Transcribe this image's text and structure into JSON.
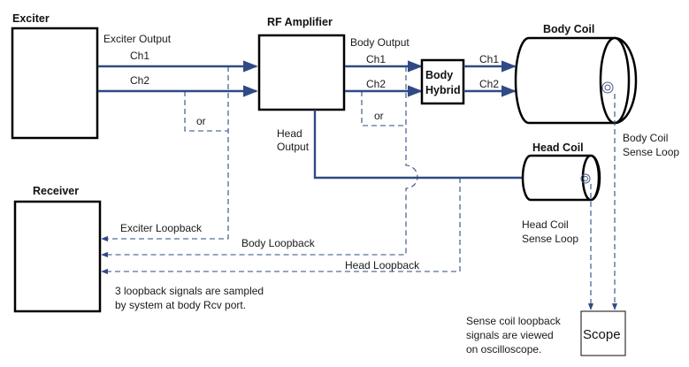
{
  "blocks": {
    "exciter": {
      "title": "Exciter",
      "output_label": "Exciter Output",
      "ch1": "Ch1",
      "ch2": "Ch2",
      "or": "or"
    },
    "rf_amplifier": {
      "title": "RF Amplifier",
      "body_output_label": "Body Output",
      "ch1": "Ch1",
      "ch2": "Ch2",
      "or": "or",
      "head_output_line1": "Head",
      "head_output_line2": "Output"
    },
    "body_hybrid": {
      "title_line1": "Body",
      "title_line2": "Hybrid",
      "ch1": "Ch1",
      "ch2": "Ch2"
    },
    "body_coil": {
      "title": "Body Coil",
      "sense_line1": "Body Coil",
      "sense_line2": "Sense Loop"
    },
    "head_coil": {
      "title": "Head Coil",
      "sense_line1": "Head Coil",
      "sense_line2": "Sense Loop"
    },
    "receiver": {
      "title": "Receiver"
    },
    "scope": {
      "title": "Scope"
    }
  },
  "loopbacks": {
    "exciter": "Exciter Loopback",
    "body": "Body Loopback",
    "head": "Head Loopback"
  },
  "notes": {
    "loopback_line1": "3 loopback signals are sampled",
    "loopback_line2": "by system at body Rcv port.",
    "sense_line1": "Sense coil loopback",
    "sense_line2": "signals are viewed",
    "sense_line3": "on oscilloscope."
  },
  "colors": {
    "signal": "#2f4a84",
    "outline": "#000000"
  }
}
